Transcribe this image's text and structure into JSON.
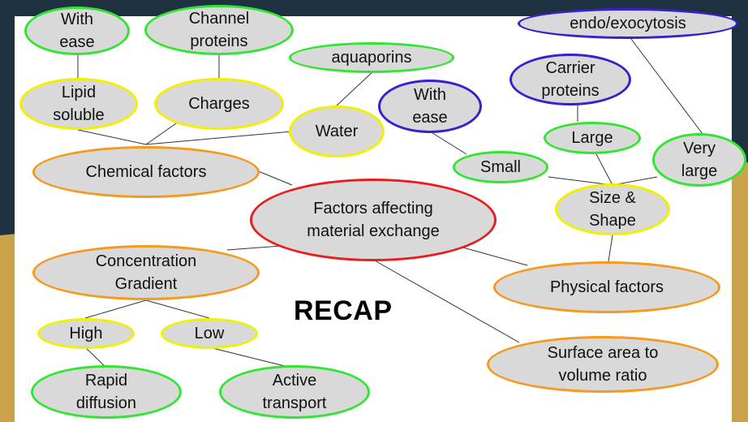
{
  "title": "RECAP",
  "colors": {
    "background_dark": "#1e3140",
    "background_gold": "#c9a24a",
    "slide": "#ffffff",
    "node_fill": "#d9d9d9"
  },
  "nodes": {
    "center": "Factors affecting\nmaterial exchange",
    "chemical": "Chemical factors",
    "physical": "Physical factors",
    "concentration": "Concentration\nGradient",
    "surface": "Surface area to\nvolume ratio",
    "with_ease_1": "With\nease",
    "channel": "Channel\nproteins",
    "aquaporins": "aquaporins",
    "lipid": "Lipid\nsoluble",
    "charges": "Charges",
    "water": "Water",
    "with_ease_2": "With\nease",
    "carrier": "Carrier\nproteins",
    "endo": "endo/exocytosis",
    "large": "Large",
    "very_large": "Very\nlarge",
    "small": "Small",
    "size_shape": "Size &\nShape",
    "high": "High",
    "low": "Low",
    "rapid": "Rapid\ndiffusion",
    "active": "Active\ntransport"
  }
}
